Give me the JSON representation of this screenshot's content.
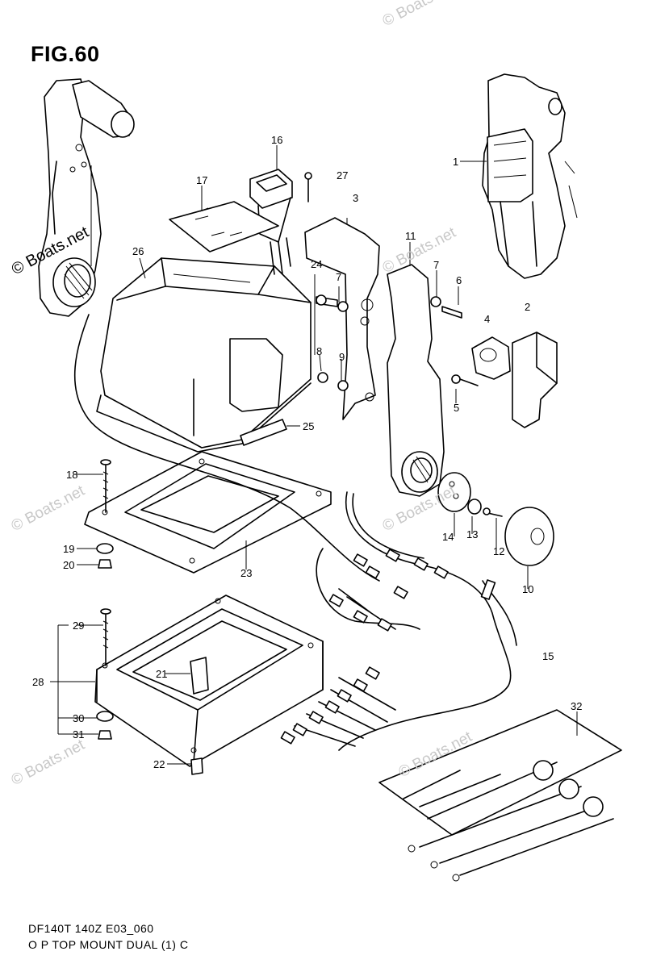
{
  "figure": {
    "title": "FIG.60",
    "code_line": "DF140T 140Z E03_060",
    "caption_line": "O P TOP MOUNT DUAL (1) C"
  },
  "watermark": {
    "text": "© Boats.net"
  },
  "callouts": [
    {
      "id": "c1",
      "label": "1"
    },
    {
      "id": "c2",
      "label": "2"
    },
    {
      "id": "c3",
      "label": "3"
    },
    {
      "id": "c4",
      "label": "4"
    },
    {
      "id": "c5",
      "label": "5"
    },
    {
      "id": "c6",
      "label": "6"
    },
    {
      "id": "c7a",
      "label": "7"
    },
    {
      "id": "c7b",
      "label": "7"
    },
    {
      "id": "c8",
      "label": "8"
    },
    {
      "id": "c9",
      "label": "9"
    },
    {
      "id": "c10",
      "label": "10"
    },
    {
      "id": "c11",
      "label": "11"
    },
    {
      "id": "c12",
      "label": "12"
    },
    {
      "id": "c13",
      "label": "13"
    },
    {
      "id": "c14",
      "label": "14"
    },
    {
      "id": "c15a",
      "label": "15"
    },
    {
      "id": "c15b",
      "label": "15"
    },
    {
      "id": "c16",
      "label": "16"
    },
    {
      "id": "c17",
      "label": "17"
    },
    {
      "id": "c18",
      "label": "18"
    },
    {
      "id": "c19",
      "label": "19"
    },
    {
      "id": "c20",
      "label": "20"
    },
    {
      "id": "c21",
      "label": "21"
    },
    {
      "id": "c22",
      "label": "22"
    },
    {
      "id": "c23",
      "label": "23"
    },
    {
      "id": "c24",
      "label": "24"
    },
    {
      "id": "c25",
      "label": "25"
    },
    {
      "id": "c26",
      "label": "26"
    },
    {
      "id": "c27",
      "label": "27"
    },
    {
      "id": "c28",
      "label": "28"
    },
    {
      "id": "c29",
      "label": "29"
    },
    {
      "id": "c30",
      "label": "30"
    },
    {
      "id": "c31",
      "label": "31"
    },
    {
      "id": "c32",
      "label": "32"
    }
  ]
}
